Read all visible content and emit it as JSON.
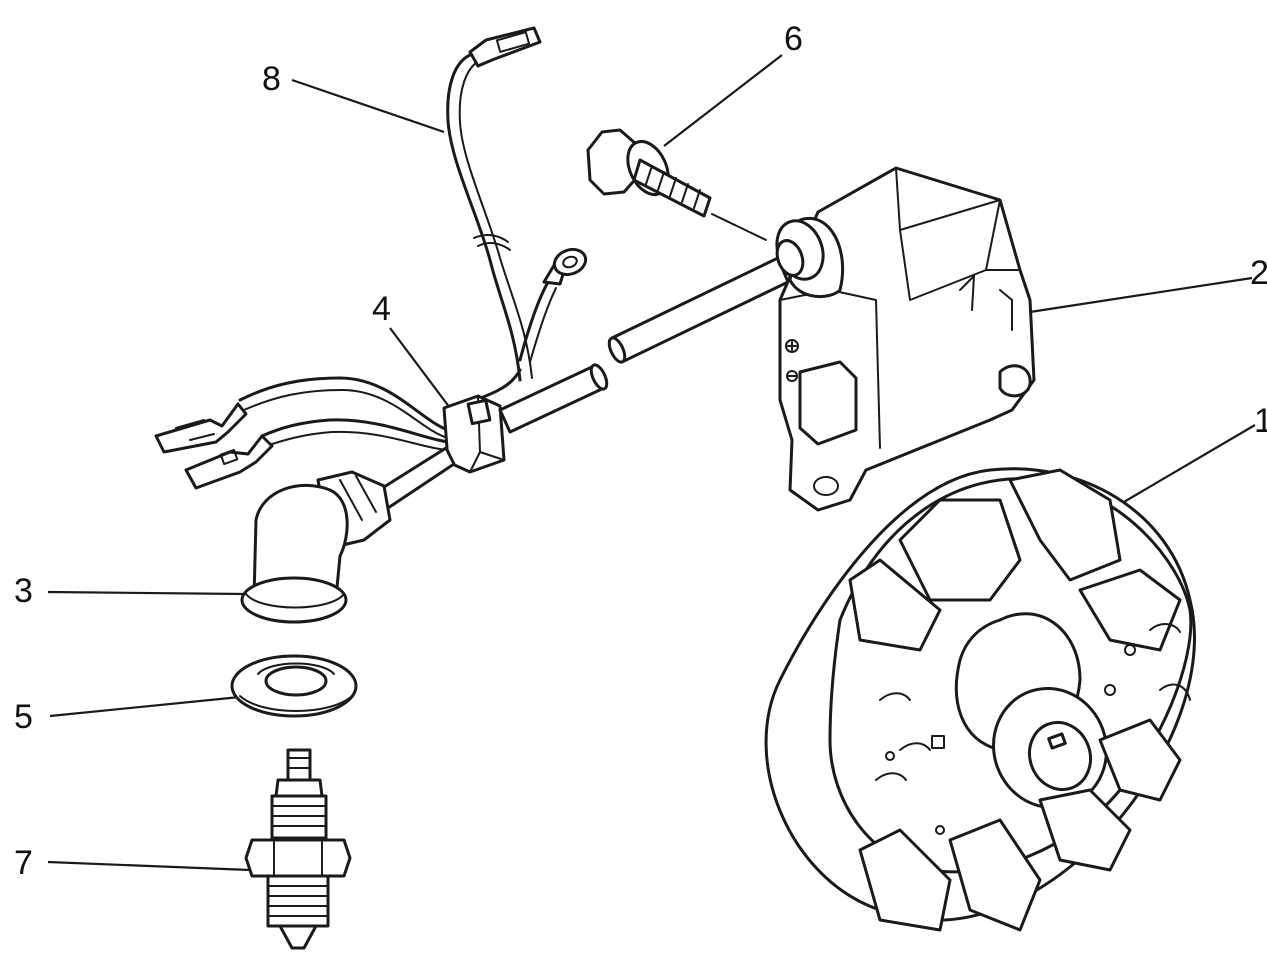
{
  "diagram": {
    "callouts": [
      {
        "id": "1",
        "label": "1"
      },
      {
        "id": "2",
        "label": "2"
      },
      {
        "id": "3",
        "label": "3"
      },
      {
        "id": "4",
        "label": "4"
      },
      {
        "id": "5",
        "label": "5"
      },
      {
        "id": "6",
        "label": "6"
      },
      {
        "id": "7",
        "label": "7"
      },
      {
        "id": "8",
        "label": "8"
      }
    ],
    "colors": {
      "ink": "#1a1a1a",
      "background": "#ffffff"
    }
  }
}
